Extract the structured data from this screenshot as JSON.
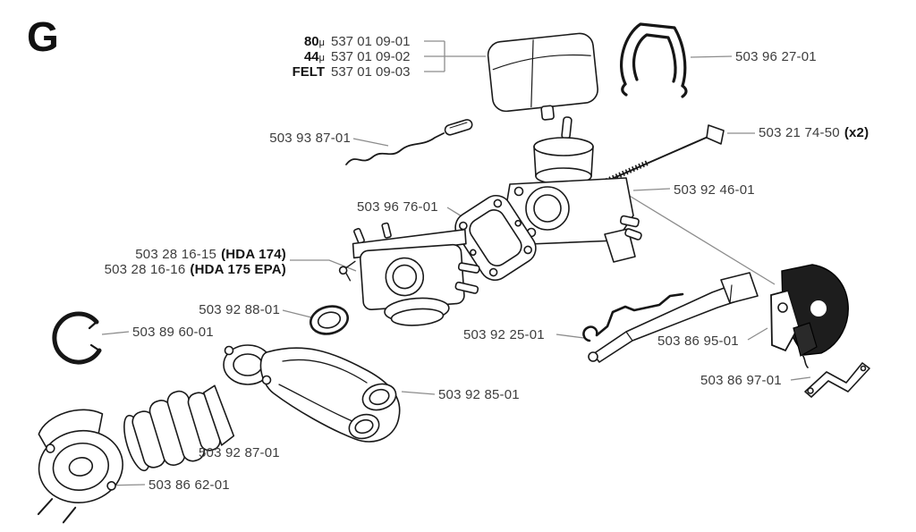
{
  "figure": {
    "section_letter": "G"
  },
  "colors": {
    "background": "#ffffff",
    "part_line": "#1a1a1a",
    "leader_line": "#8c8c8c",
    "label_text": "#3d3d3d"
  },
  "filter_labels": [
    {
      "grade": "80",
      "unit": "μ",
      "number": "537 01 09-01"
    },
    {
      "grade": "44",
      "unit": "μ",
      "number": "537 01 09-02"
    },
    {
      "grade": "FELT",
      "unit": "",
      "number": "537 01 09-03"
    }
  ],
  "part_labels": {
    "spring_clip": {
      "number": "503 96 27-01"
    },
    "impulse_wire": {
      "number": "503 93 87-01"
    },
    "bolt": {
      "number": "503 21 74-50",
      "qty": "(x2)"
    },
    "carb_body": {
      "number": "503 92 46-01"
    },
    "gasket": {
      "number": "503 96 76-01"
    },
    "carburetor_a": {
      "number": "503 28 16-15",
      "variant": "(HDA 174)"
    },
    "carburetor_b": {
      "number": "503 28 16-16",
      "variant": "(HDA 175 EPA)"
    },
    "seal": {
      "number": "503 92 88-01"
    },
    "snap_ring": {
      "number": "503 89 60-01"
    },
    "throttle_rod": {
      "number": "503 92 25-01"
    },
    "bracket": {
      "number": "503 86 95-01"
    },
    "clamp": {
      "number": "503 86 97-01"
    },
    "manifold": {
      "number": "503 92 85-01"
    },
    "boot": {
      "number": "503 92 87-01"
    },
    "flange": {
      "number": "503 86 62-01"
    }
  }
}
